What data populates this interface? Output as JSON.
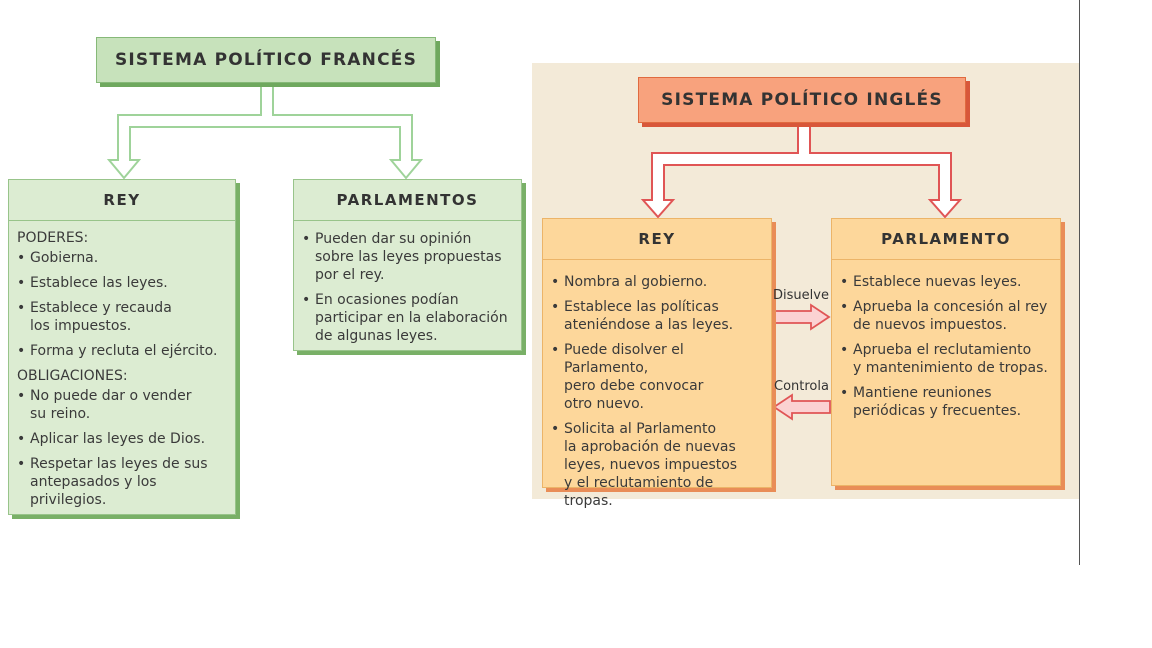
{
  "french": {
    "title": "SISTEMA POLÍTICO FRANCÉS",
    "rey": {
      "header": "REY",
      "poderes_label": "PODERES:",
      "poderes": [
        "Gobierna.",
        "Establece las leyes.",
        "Establece y recauda\nlos impuestos.",
        "Forma y recluta el ejército."
      ],
      "obligaciones_label": "OBLIGACIONES:",
      "obligaciones": [
        "No puede dar o vender\nsu reino.",
        "Aplicar las leyes de Dios.",
        "Respetar las leyes de sus\nantepasados y los privilegios."
      ]
    },
    "parlamentos": {
      "header": "PARLAMENTOS",
      "items": [
        "Pueden dar su opinión\nsobre las leyes propuestas\npor el rey.",
        "En ocasiones podían\nparticipar en la elaboración\nde algunas leyes."
      ]
    }
  },
  "english": {
    "title": "SISTEMA POLÍTICO INGLÉS",
    "rey": {
      "header": "REY",
      "items": [
        "Nombra al gobierno.",
        "Establece las políticas\nateniéndose a las leyes.",
        "Puede disolver el Parlamento,\npero debe convocar\notro nuevo.",
        "Solicita al Parlamento\nla aprobación de nuevas\nleyes, nuevos impuestos\ny el reclutamiento de tropas."
      ]
    },
    "parlamento": {
      "header": "PARLAMENTO",
      "items": [
        "Establece nuevas leyes.",
        "Aprueba la concesión al rey\nde nuevos impuestos.",
        "Aprueba el reclutamiento\ny mantenimiento de tropas.",
        "Mantiene reuniones\nperiódicas y frecuentes."
      ]
    },
    "relations": {
      "disuelve": "Disuelve",
      "controla": "Controla"
    }
  },
  "colors": {
    "green_fill": "#dcecd2",
    "green_title": "#c7e2bb",
    "green_shadow": "#79b067",
    "orange_fill": "#fdd79b",
    "orange_title": "#f8a27d",
    "orange_shadow": "#e98d57",
    "arrow_green": "#9fd39a",
    "arrow_red": "#e05555",
    "english_background": "#f3ead8"
  }
}
